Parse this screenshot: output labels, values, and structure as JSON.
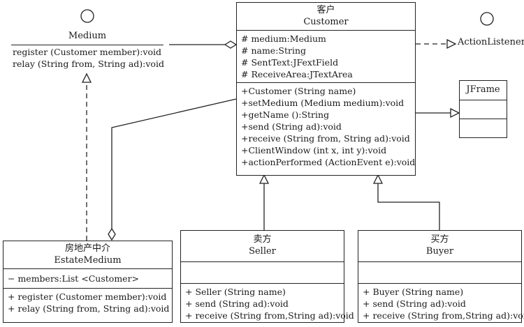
{
  "medium": {
    "name": "Medium",
    "operations": [
      "register (Customer member):void",
      "relay (String from, String ad):void"
    ]
  },
  "customer": {
    "name_cn": "客户",
    "name": "Customer",
    "attributes": [
      "# medium:Medium",
      "# name:String",
      "# SentText:JFextField",
      "# ReceiveArea:JTextArea"
    ],
    "operations": [
      "+Customer (String name)",
      "+setMedium (Medium medium):void",
      "+getName ():String",
      "+send (String ad):void",
      "+receive (String from, String ad):void",
      "+ClientWindow (int x, int y):void",
      "+actionPerformed (ActionEvent e):void"
    ]
  },
  "action_listener": {
    "name": "ActionListener"
  },
  "jframe": {
    "name": "JFrame"
  },
  "estate_medium": {
    "name_cn": "房地产中介",
    "name": "EstateMedium",
    "attributes": [
      "− members:List <Customer>"
    ],
    "operations": [
      "+ register (Customer member):void",
      "+ relay (String from, String ad):void"
    ]
  },
  "seller": {
    "name_cn": "卖方",
    "name": "Seller",
    "operations": [
      "+ Seller (String name)",
      "+ send (String ad):void",
      "+ receive (String from,String ad):void"
    ]
  },
  "buyer": {
    "name_cn": "买方",
    "name": "Buyer",
    "operations": [
      "+ Buyer (String name)",
      "+ send (String ad):void",
      "+ receive (String from,String ad):void"
    ]
  }
}
